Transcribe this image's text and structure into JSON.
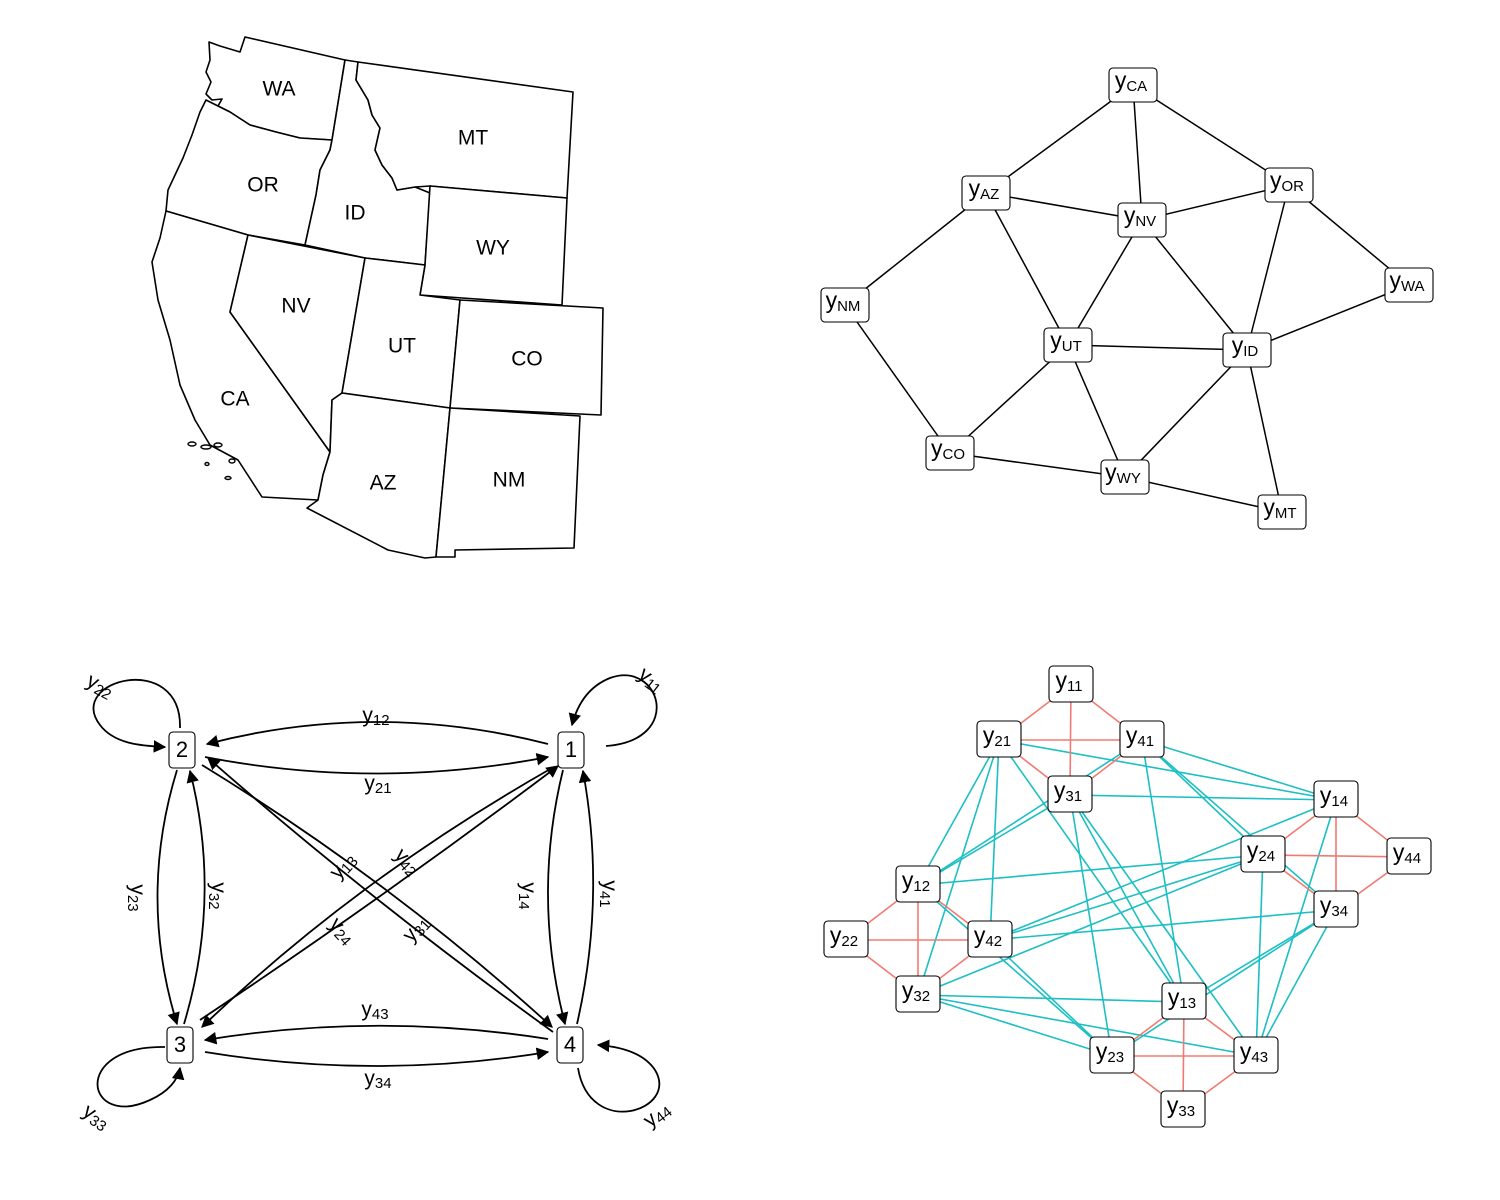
{
  "map_panel": {
    "labels": {
      "WA": "WA",
      "OR": "OR",
      "CA": "CA",
      "ID": "ID",
      "NV": "NV",
      "MT": "MT",
      "WY": "WY",
      "UT": "UT",
      "CO": "CO",
      "AZ": "AZ",
      "NM": "NM"
    }
  },
  "adjacency_graph": {
    "base": "y",
    "nodes": [
      "CA",
      "AZ",
      "NV",
      "OR",
      "WA",
      "NM",
      "UT",
      "ID",
      "CO",
      "WY",
      "MT"
    ],
    "edges": [
      [
        "CA",
        "AZ"
      ],
      [
        "CA",
        "NV"
      ],
      [
        "CA",
        "OR"
      ],
      [
        "AZ",
        "NV"
      ],
      [
        "AZ",
        "NM"
      ],
      [
        "AZ",
        "UT"
      ],
      [
        "NV",
        "OR"
      ],
      [
        "NV",
        "UT"
      ],
      [
        "NV",
        "ID"
      ],
      [
        "OR",
        "WA"
      ],
      [
        "OR",
        "ID"
      ],
      [
        "WA",
        "ID"
      ],
      [
        "NM",
        "CO"
      ],
      [
        "UT",
        "ID"
      ],
      [
        "UT",
        "CO"
      ],
      [
        "UT",
        "WY"
      ],
      [
        "ID",
        "WY"
      ],
      [
        "ID",
        "MT"
      ],
      [
        "CO",
        "WY"
      ],
      [
        "WY",
        "MT"
      ]
    ]
  },
  "directed_graph": {
    "nodes": [
      "1",
      "2",
      "3",
      "4"
    ],
    "self_loops": {
      "y11": [
        "y",
        "11"
      ],
      "y22": [
        "y",
        "22"
      ],
      "y33": [
        "y",
        "33"
      ],
      "y44": [
        "y",
        "44"
      ]
    },
    "edge_labels": {
      "y12": [
        "y",
        "12"
      ],
      "y21": [
        "y",
        "21"
      ],
      "y23": [
        "y",
        "23"
      ],
      "y32": [
        "y",
        "32"
      ],
      "y13": [
        "y",
        "13"
      ],
      "y42": [
        "y",
        "42"
      ],
      "y24": [
        "y",
        "24"
      ],
      "y31": [
        "y",
        "31"
      ],
      "y14": [
        "y",
        "14"
      ],
      "y41": [
        "y",
        "41"
      ],
      "y43": [
        "y",
        "43"
      ],
      "y34": [
        "y",
        "34"
      ]
    }
  },
  "line_graph": {
    "base": "y",
    "nodes": [
      "11",
      "21",
      "41",
      "31",
      "12",
      "22",
      "42",
      "32",
      "14",
      "24",
      "44",
      "34",
      "13",
      "23",
      "43",
      "33"
    ],
    "colors": {
      "within_cluster": "#F07B72",
      "between_cluster": "#1DBFC4"
    }
  }
}
